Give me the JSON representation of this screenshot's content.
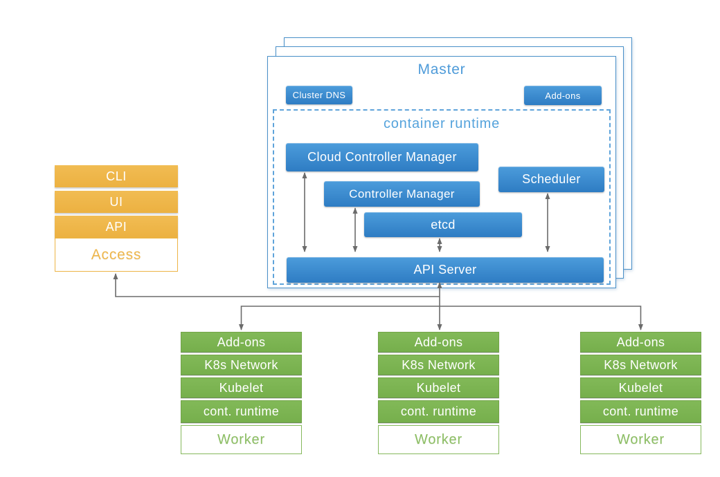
{
  "master": {
    "title": "Master",
    "cluster_dns_label": "Cluster DNS",
    "addons_label": "Add-ons",
    "container_runtime_title": "container runtime",
    "components": {
      "cloud_controller_manager": "Cloud Controller Manager",
      "controller_manager": "Controller Manager",
      "scheduler": "Scheduler",
      "etcd": "etcd",
      "api_server": "API Server"
    }
  },
  "access_stack": {
    "items": [
      "CLI",
      "UI",
      "API"
    ],
    "base_label": "Access"
  },
  "workers": [
    {
      "rows": [
        "Add-ons",
        "K8s Network",
        "Kubelet",
        "cont. runtime"
      ],
      "base_label": "Worker"
    },
    {
      "rows": [
        "Add-ons",
        "K8s Network",
        "Kubelet",
        "cont. runtime"
      ],
      "base_label": "Worker"
    },
    {
      "rows": [
        "Add-ons",
        "K8s Network",
        "Kubelet",
        "cont. runtime"
      ],
      "base_label": "Worker"
    }
  ],
  "colors": {
    "component_blue": "#3787CE",
    "outline_blue": "#4A90C8",
    "title_blue": "#55A3DC",
    "node_green": "#7CB551",
    "worker_text_green": "#8BBE62",
    "access_orange": "#EFB74B",
    "connector_gray": "#6B6B6B"
  }
}
